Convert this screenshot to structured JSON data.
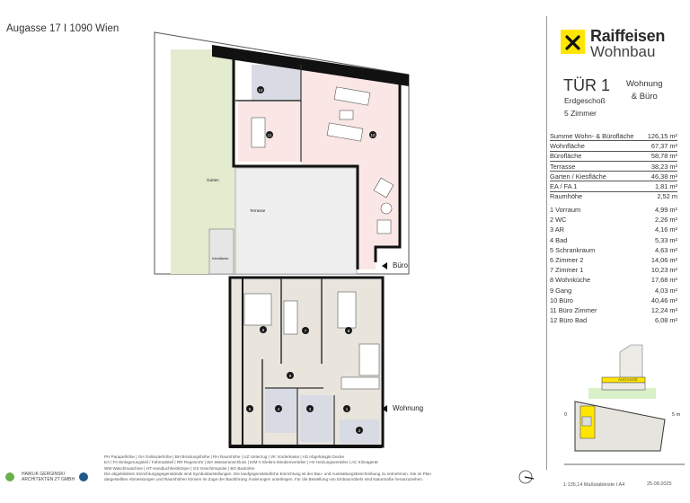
{
  "header": {
    "address": "Augasse 17 I 1090 Wien"
  },
  "brand": {
    "name_line1": "Raiffeisen",
    "name_line2": "Wohnbau",
    "color": "#ffe600"
  },
  "unit": {
    "door": "TÜR 1",
    "floor": "Erdgeschoß",
    "rooms": "5 Zimmer",
    "type_line1": "Wohnung",
    "type_line2": "& Büro"
  },
  "summary": [
    {
      "label": "Summe Wohn- & Bürofläche",
      "value": "126,15 m²"
    },
    {
      "label": "Wohnfläche",
      "value": "67,37 m²"
    },
    {
      "label": "Bürofläche",
      "value": "58,78 m²"
    },
    {
      "label": "Terrasse",
      "value": "38,23 m²"
    },
    {
      "label": "Garten / Kiesfläche",
      "value": "46,38 m²"
    },
    {
      "label": "EA / FA 1",
      "value": "1,81 m²"
    },
    {
      "label": "Raumhöhe",
      "value": "2,52 m"
    }
  ],
  "room_list": [
    {
      "label": "1 Vorraum",
      "value": "4,99 m²"
    },
    {
      "label": "2 WC",
      "value": "2,26 m²"
    },
    {
      "label": "3 AR",
      "value": "4,16 m²"
    },
    {
      "label": "4 Bad",
      "value": "5,33 m²"
    },
    {
      "label": "5 Schrankraum",
      "value": "4,63 m²"
    },
    {
      "label": "6 Zimmer 2",
      "value": "14,06 m²"
    },
    {
      "label": "7 Zimmer 1",
      "value": "10,23 m²"
    },
    {
      "label": "8 Wohnküche",
      "value": "17,68 m²"
    },
    {
      "label": "9 Gang",
      "value": "4,03 m²"
    },
    {
      "label": "10 Büro",
      "value": "40,46 m²"
    },
    {
      "label": "11 Büro Zimmer",
      "value": "12,24 m²"
    },
    {
      "label": "12 Büro Bad",
      "value": "6,08 m²"
    }
  ],
  "plan": {
    "labels": {
      "garden": "Garten",
      "terrace": "Terrasse",
      "gravel": "Kiesfläche"
    },
    "entrances": {
      "office": "Büro",
      "apartment": "Wohnung"
    },
    "room_numbers": [
      "1",
      "2",
      "3",
      "4",
      "5",
      "6",
      "7",
      "8",
      "9",
      "10",
      "11",
      "12"
    ],
    "colors": {
      "garden": "#e3eccf",
      "office": "#fbe6e6",
      "wet": "#d8dbe3",
      "apartment": "#e9e5dd",
      "terrace": "#eeeeee"
    }
  },
  "legend": {
    "line1": "PH Parapethöhe | GH Geländerhöhe | BH Brüstungshöhe  |  RH Raumhöhe | UZ Unterzug | VK Vorderkante | AD Abgehängte Decke",
    "line2": "EA / FA Einlagerungsteil / Fahrradsteil | RR Regenrohr | WA Wasseranschluss | E/M-V Elektro-/Medienverteiler | HV Heizungsverteiler | AC Klimagerät",
    "line3": "WM Waschmaschine | HT Handtuchheizkörper | GS Geschirrspüler | BO Backofen",
    "line4": "Die abgebildeten Einrichtungsgegenstände sind Symboldarstellungen. Die kaufgegenständliche Einrichtung ist der Bau- und Ausstattungsbeschreibung zu entnehmen. Die im Plan",
    "line5": "dargestellten Abmessungen und Raumhöhen können im Zuge der Bauführung Änderungen unterliegen. Für die Bestellung von Einbaumöbeln sind Naturmaße heranzuziehen."
  },
  "architect": {
    "line1": "HAWLIK GERGINSKI",
    "line2": "ARCHITEKTEN ZT GMBH"
  },
  "site": {
    "street": "AUGASSE",
    "scale_start": "0",
    "scale_end": "5 m",
    "scale_text": "1:135,14 Maßstableiste I A4",
    "date": "25.08.2025"
  }
}
